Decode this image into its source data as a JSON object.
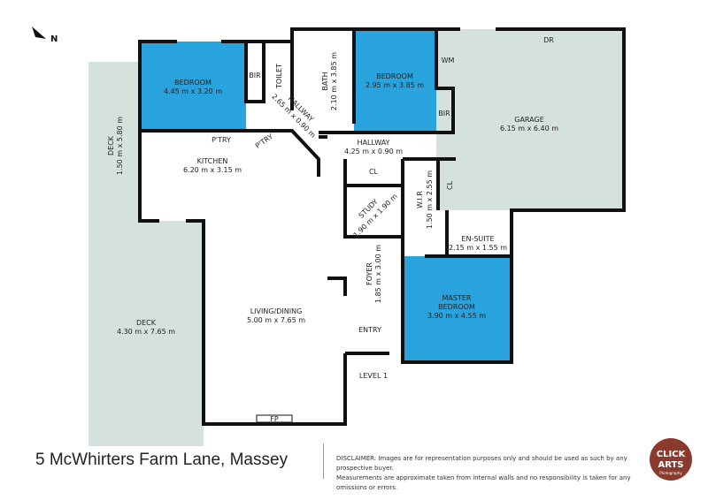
{
  "colors": {
    "bedroom": "#29a3dd",
    "deck": "#d5e2db",
    "wall": "#111111",
    "logo": "#8b3a2e"
  },
  "compass": "N",
  "rooms": {
    "bedroom1": {
      "name": "BEDROOM",
      "dim": "4.45 m x 3.20 m"
    },
    "bir1": {
      "name": "BIR"
    },
    "toilet": {
      "name": "TOILET"
    },
    "bath": {
      "name": "BATH",
      "dim": "2.10 m x 3.85 m"
    },
    "bedroom2": {
      "name": "BEDROOM",
      "dim": "2.95 m x 3.85 m"
    },
    "bir2": {
      "name": "BIR"
    },
    "wm": {
      "name": "WM"
    },
    "dr": {
      "name": "DR"
    },
    "garage": {
      "name": "GARAGE",
      "dim": "6.15 m x 6.40 m"
    },
    "hallway1": {
      "name": "HALLWAY",
      "dim": "2.65 m x 0.90 m"
    },
    "hallway2": {
      "name": "HALLWAY",
      "dim": "4.25 m x 0.90 m"
    },
    "pantry1": {
      "name": "P'TRY"
    },
    "pantry2": {
      "name": "P'TRY"
    },
    "kitchen": {
      "name": "KITCHEN",
      "dim": "6.20 m x 3.15 m"
    },
    "deck1": {
      "name": "DECK",
      "dim": "1.50 m x 5.80 m"
    },
    "deck2": {
      "name": "DECK",
      "dim": "4.30 m x 7.65 m"
    },
    "cl1": {
      "name": "CL"
    },
    "cl2": {
      "name": "CL"
    },
    "study": {
      "name": "STUDY",
      "dim": "1.90 m x 1.90 m"
    },
    "wir": {
      "name": "W.I.R",
      "dim": "1.50 m x 2.55 m"
    },
    "ensuite": {
      "name": "EN-SUITE",
      "dim": "2.15 m x 1.55 m"
    },
    "foyer": {
      "name": "FOYER",
      "dim": "1.85 m x 3.00 m"
    },
    "master": {
      "name": "MASTER",
      "name2": "BEDROOM",
      "dim": "3.90 m x 4.55 m"
    },
    "living": {
      "name": "LIVING/DINING",
      "dim": "5.00 m x 7.65 m"
    },
    "entry": {
      "name": "ENTRY"
    },
    "fp": {
      "name": "FP"
    }
  },
  "level": "LEVEL 1",
  "address": "5 McWhirters Farm Lane, Massey",
  "disclaimer": {
    "line1": "DISCLAIMER: Images are for representation purposes only and should be used as such by any prospective buyer.",
    "line2": "Measurements are approximate taken from internal walls and no responsibility is taken for any omissions or errors."
  },
  "logo": {
    "line1": "CLICK",
    "line2": "ARTS",
    "line3": "Photography"
  }
}
